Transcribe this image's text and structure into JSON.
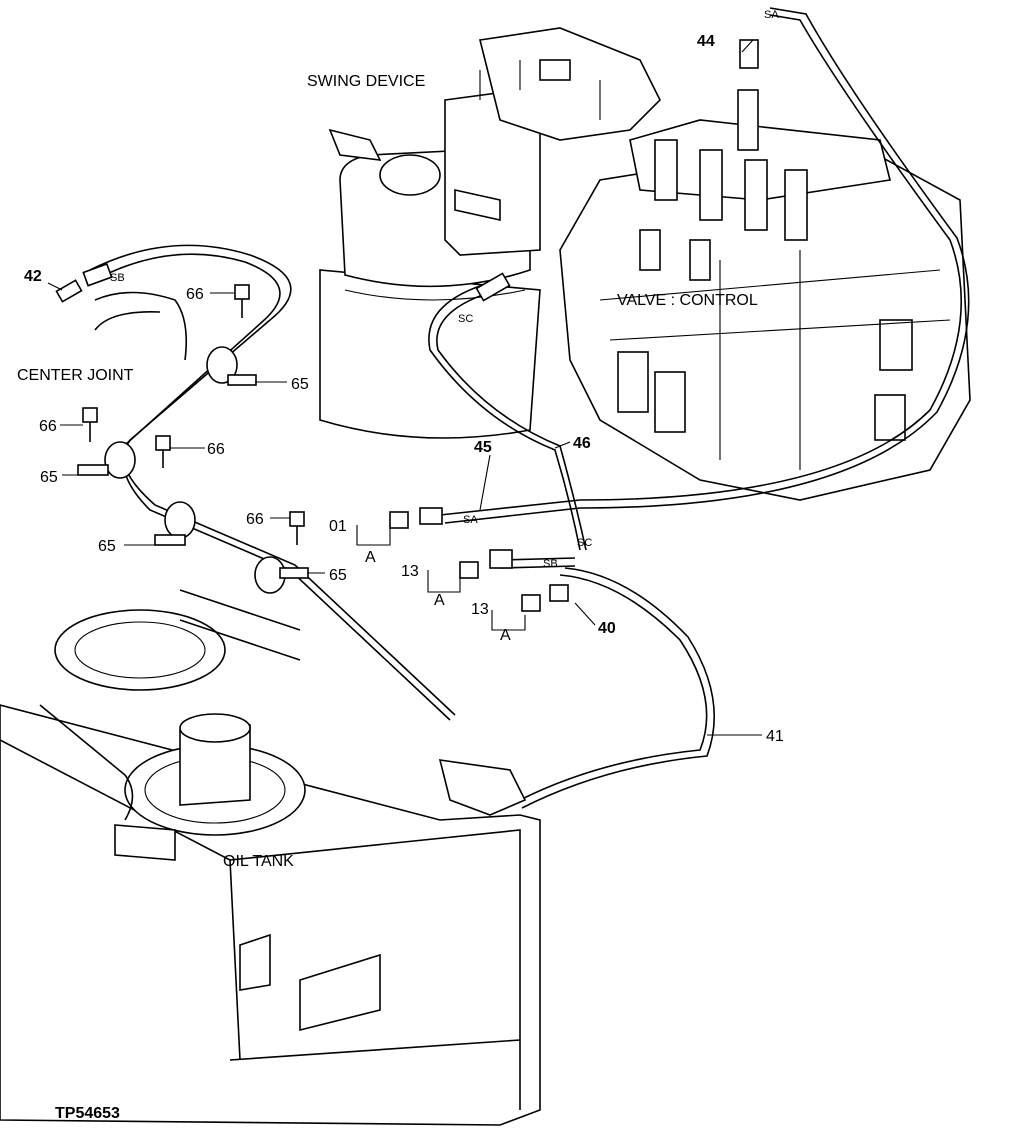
{
  "components": {
    "swing_device": "SWING DEVICE",
    "valve_control": "VALVE : CONTROL",
    "center_joint": "CENTER JOINT",
    "oil_tank": "OIL TANK"
  },
  "port_labels": {
    "sa_top": "SA",
    "sb_left": "SB",
    "sc_upper": "SC",
    "sa_mid": "SA",
    "sb_mid": "SB",
    "sc_mid": "SC"
  },
  "callouts": {
    "c42": "42",
    "c44": "44",
    "c66_a": "66",
    "c65_a": "65",
    "c66_b": "66",
    "c66_c": "66",
    "c65_b": "65",
    "c65_c": "65",
    "c66_d": "66",
    "c65_d": "65",
    "c45": "45",
    "c46": "46",
    "c01": "01",
    "c13_a": "13",
    "c13_b": "13",
    "c40": "40",
    "c41": "41"
  },
  "detail_markers": {
    "a1": "A",
    "a2": "A",
    "a3": "A"
  },
  "figure_id": "TP54653"
}
